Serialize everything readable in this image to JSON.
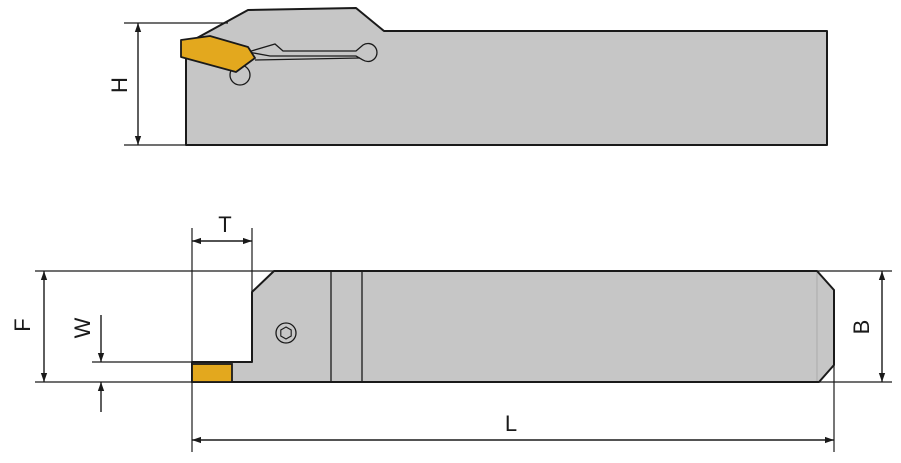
{
  "diagram": {
    "labels": {
      "H": "H",
      "T": "T",
      "F": "F",
      "W": "W",
      "B": "B",
      "L": "L"
    },
    "colors": {
      "body": "#c6c6c6",
      "insert": "#e3a81e",
      "outline": "#1a1a1a",
      "dimension": "#1a1a1a"
    }
  }
}
